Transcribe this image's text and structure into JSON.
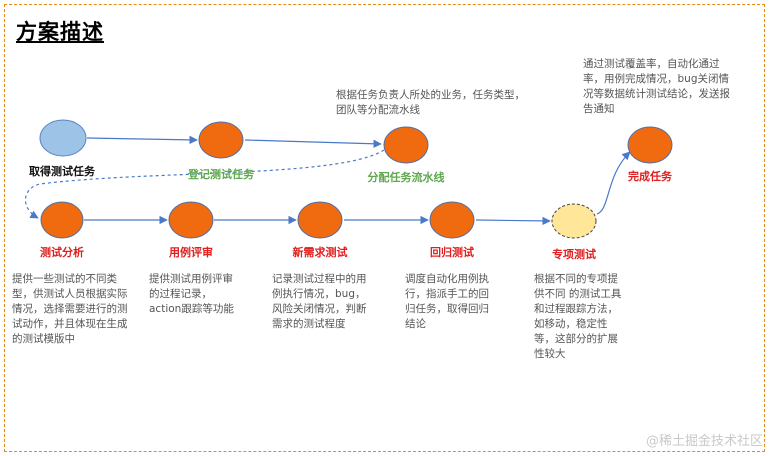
{
  "title": "方案描述",
  "colors": {
    "border": "#e98b12",
    "node_start": "#9dc3e6",
    "node": "#f06a0f",
    "node_special": "#ffe699",
    "label_red": "#e02020",
    "label_green": "#5fa84d",
    "label_black": "#111111"
  },
  "nodes": {
    "get_task": {
      "label": "取得测试任务"
    },
    "register_task": {
      "label": "登记测试任务"
    },
    "assign_pipeline": {
      "label": "分配任务流水线"
    },
    "test_analysis": {
      "label": "测试分析"
    },
    "case_review": {
      "label": "用例评审"
    },
    "new_req_test": {
      "label": "新需求测试"
    },
    "regression_test": {
      "label": "回归测试"
    },
    "special_test": {
      "label": "专项测试"
    },
    "complete_task": {
      "label": "完成任务"
    }
  },
  "descriptions": {
    "assign_pipeline": "根据任务负责人所处的业务，任务类型，团队等分配流水线",
    "complete_task": "通过测试覆盖率，自动化通过率，用例完成情况，bug关闭情况等数据统计测试结论，发送报告通知",
    "test_analysis": "提供一些测试的不同类型，供测试人员根据实际情况，选择需要进行的测试动作，并且体现在生成的测试模版中",
    "case_review": "提供测试用例评审的过程记录，action跟踪等功能",
    "new_req_test": "记录测试过程中的用例执行情况，bug，风险关闭情况，判断需求的测试程度",
    "regression_test": "调度自动化用例执行，指派手工的回归任务，取得回归结论",
    "special_test": "根据不同的专项提供不同 的测试工具和过程跟踪方法，如移动，稳定性等，这部分的扩展性较大"
  },
  "watermark": "@稀土掘金技术社区"
}
